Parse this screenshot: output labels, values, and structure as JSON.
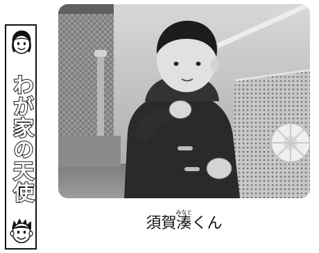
{
  "column": {
    "title": "わが家の天使"
  },
  "caption": {
    "surname": "須賀",
    "given_name": "湊",
    "reading": "みなと",
    "suffix": "くん"
  },
  "colors": {
    "ink": "#111111",
    "paper": "#ffffff"
  }
}
